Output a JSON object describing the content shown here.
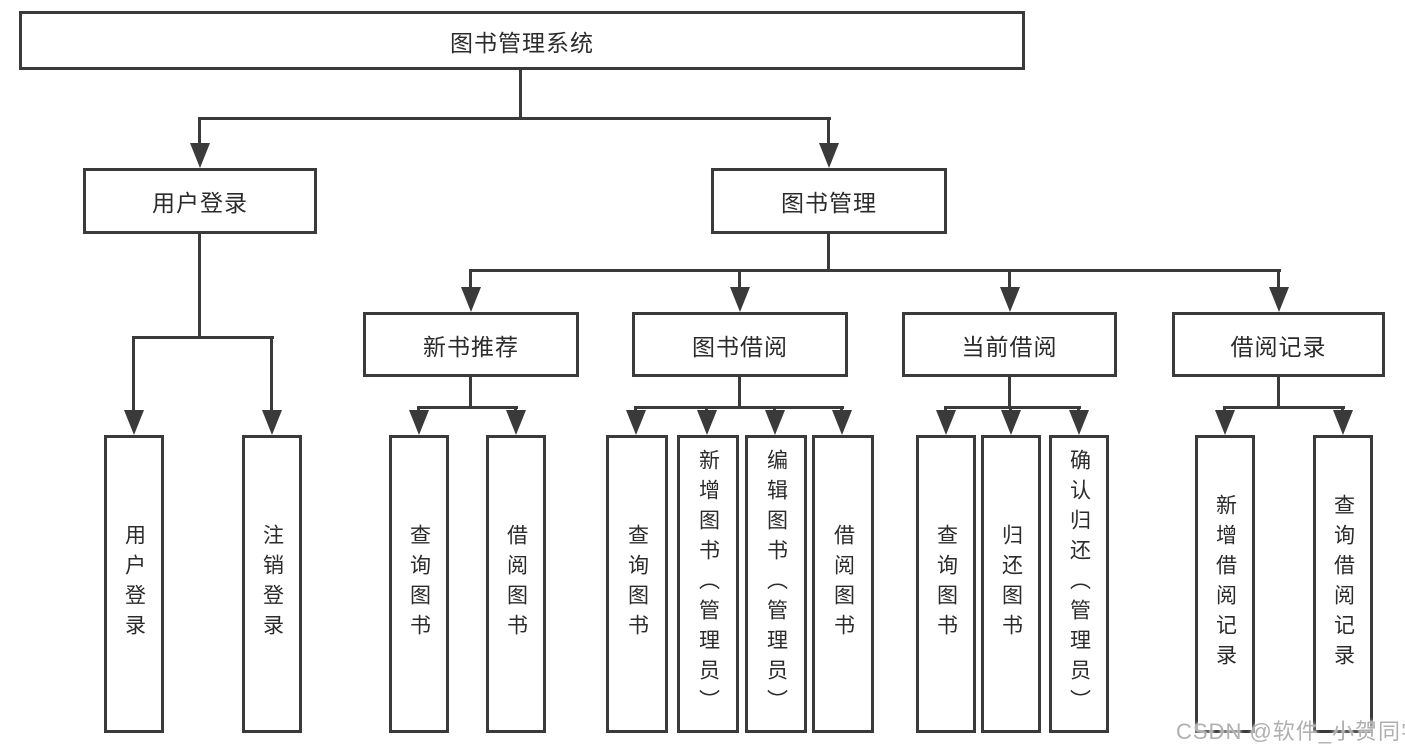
{
  "colors": {
    "line": "#3a3a3a",
    "text": "#2b2b2b",
    "background": "#ffffff",
    "watermark": "#b0b0b0"
  },
  "watermark": {
    "text": "CSDN @软件_小贺同学"
  },
  "tree": {
    "label": "图书管理系统",
    "children": [
      {
        "label": "用户登录",
        "children": [
          {
            "label": "用户登录"
          },
          {
            "label": "注销登录"
          }
        ]
      },
      {
        "label": "图书管理",
        "children": [
          {
            "label": "新书推荐",
            "children": [
              {
                "label": "查询图书"
              },
              {
                "label": "借阅图书"
              }
            ]
          },
          {
            "label": "图书借阅",
            "children": [
              {
                "label": "查询图书"
              },
              {
                "label": "新增图书（管理员）"
              },
              {
                "label": "编辑图书（管理员）"
              },
              {
                "label": "借阅图书"
              }
            ]
          },
          {
            "label": "当前借阅",
            "children": [
              {
                "label": "查询图书"
              },
              {
                "label": "归还图书"
              },
              {
                "label": "确认归还（管理员）"
              }
            ]
          },
          {
            "label": "借阅记录",
            "children": [
              {
                "label": "新增借阅记录"
              },
              {
                "label": "查询借阅记录"
              }
            ]
          }
        ]
      }
    ]
  }
}
